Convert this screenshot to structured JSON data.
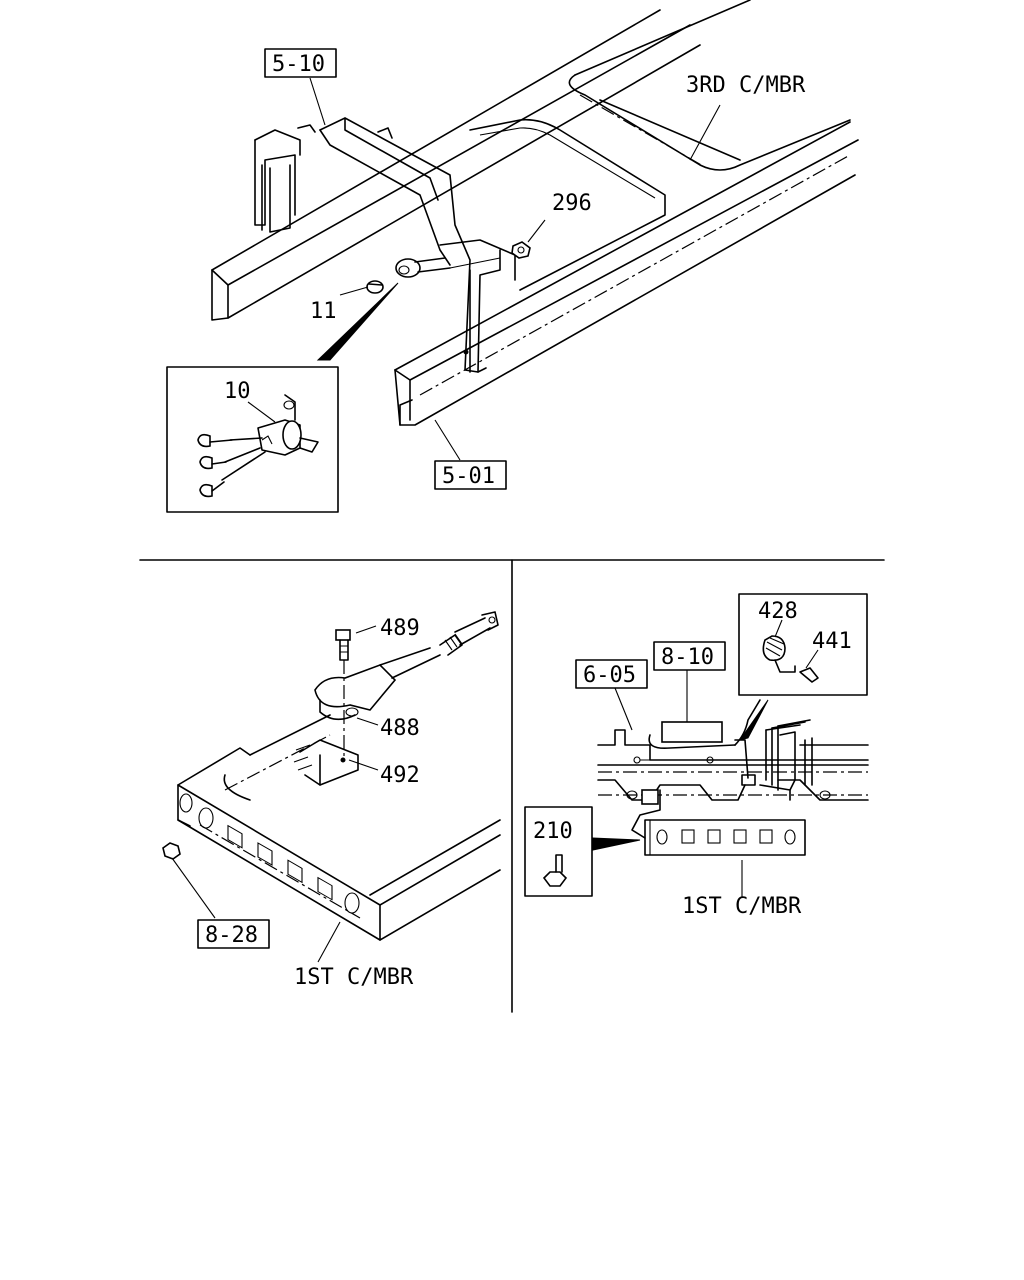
{
  "refs": {
    "ref_5_10": "5-10",
    "ref_5_01": "5-01",
    "ref_8_28": "8-28",
    "ref_6_05": "6-05",
    "ref_8_10": "8-10"
  },
  "parts": {
    "p296": "296",
    "p11": "11",
    "p10": "10",
    "p489": "489",
    "p488": "488",
    "p492": "492",
    "p428": "428",
    "p441": "441",
    "p210": "210"
  },
  "labels": {
    "third_crossmember": "3RD C/MBR",
    "first_crossmember_left": "1ST C/MBR",
    "first_crossmember_right": "1ST C/MBR"
  }
}
